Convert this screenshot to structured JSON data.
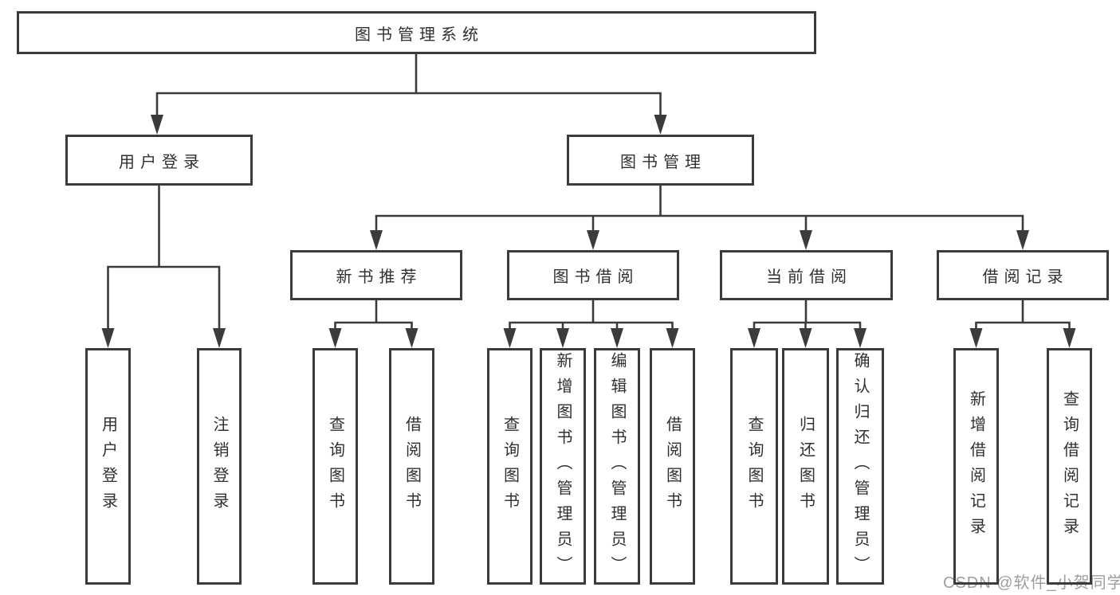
{
  "tree": {
    "root": {
      "label": "图书管理系统",
      "children": [
        {
          "label": "用户登录",
          "children": [
            {
              "label": "用户登录"
            },
            {
              "label": "注销登录"
            }
          ]
        },
        {
          "label": "图书管理",
          "children": [
            {
              "label": "新书推荐",
              "children": [
                {
                  "label": "查询图书"
                },
                {
                  "label": "借阅图书"
                }
              ]
            },
            {
              "label": "图书借阅",
              "children": [
                {
                  "label": "查询图书"
                },
                {
                  "label": "新增图书（管理员）"
                },
                {
                  "label": "编辑图书（管理员）"
                },
                {
                  "label": "借阅图书"
                }
              ]
            },
            {
              "label": "当前借阅",
              "children": [
                {
                  "label": "查询图书"
                },
                {
                  "label": "归还图书"
                },
                {
                  "label": "确认归还（管理员）"
                }
              ]
            },
            {
              "label": "借阅记录",
              "children": [
                {
                  "label": "新增借阅记录"
                },
                {
                  "label": "查询借阅记录"
                }
              ]
            }
          ]
        }
      ]
    }
  },
  "watermark": {
    "text": "CSDN @软件_小贺同学"
  },
  "colors": {
    "line": "#3b3b3b",
    "text": "#303030",
    "watermark": "#9e9e9e",
    "background": "#ffffff"
  }
}
